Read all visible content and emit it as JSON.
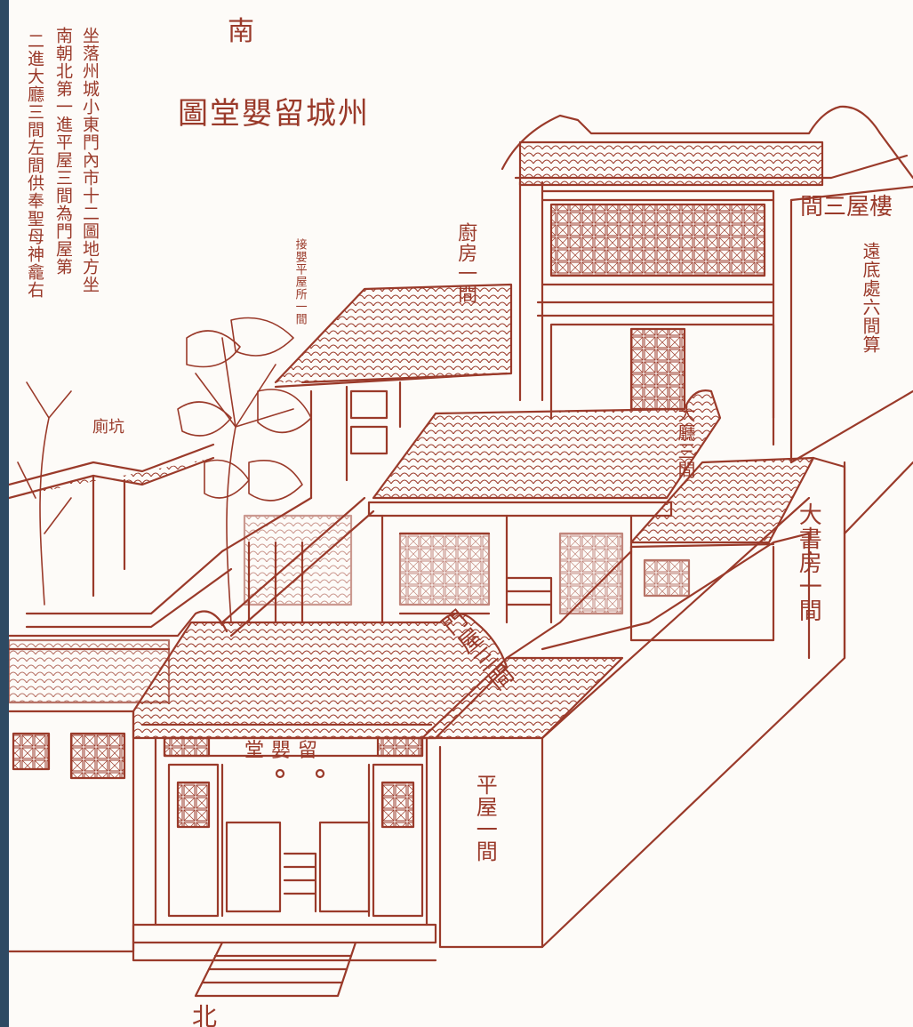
{
  "compass": {
    "south": "南",
    "north": "北"
  },
  "title": "州城留嬰堂圖",
  "description_columns": [
    "坐落州城小東門內市十二圖地方坐",
    "南朝北第一進平屋三間為門屋第",
    "二進大廳三間左間供奉聖母神龕右"
  ],
  "labels": {
    "lou_wu": "樓屋三間",
    "di_hua": "遠底處六間算",
    "chu_fang": "廚房一間",
    "ping_wu_small": "接嬰平屋所一間",
    "ce_keng": "坑廁",
    "da_ting": "大廳三間",
    "da_shu_fang": "大書房一間",
    "men_wu": "門屋三間",
    "ping_wu": "平屋一間",
    "plaque": "堂嬰留"
  },
  "colors": {
    "ink": "#9a3a2a",
    "paper": "#fdfbf8",
    "border": "#2e4a63"
  }
}
